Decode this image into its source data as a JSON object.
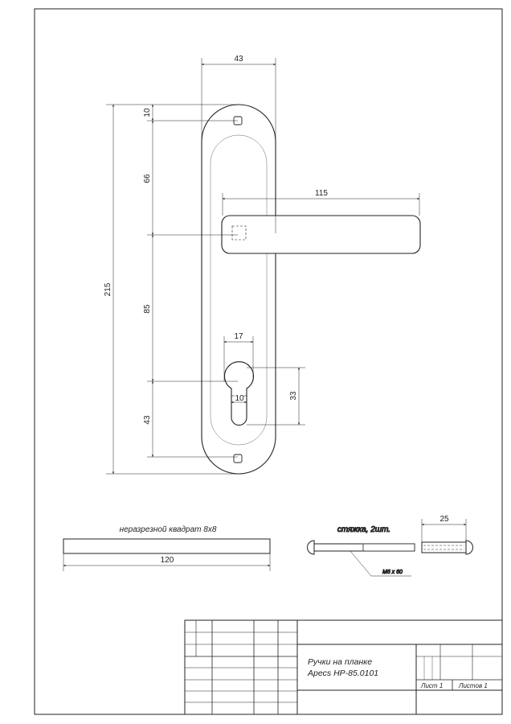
{
  "dimensions": {
    "plate_width": "43",
    "total_height": "215",
    "top_hole_offset": "10",
    "hole_to_spindle": "66",
    "spindle_to_cylinder": "85",
    "cylinder_to_bottom_hole": "43",
    "lever_length": "115",
    "cylinder_diameter": "17",
    "cylinder_slot_width": "10",
    "cylinder_height": "33",
    "square_length": "120",
    "screw_length": "25"
  },
  "captions": {
    "square": "неразрезной квадрат 8х8",
    "screw": "стяжка, 2шт.",
    "screw_thread": "М6 х 60"
  },
  "title_block": {
    "title_line1": "Ручки на планке",
    "title_line2": "Apecs HP-85.0101",
    "sheet": "Лист 1",
    "sheets_total": "Листов 1"
  }
}
